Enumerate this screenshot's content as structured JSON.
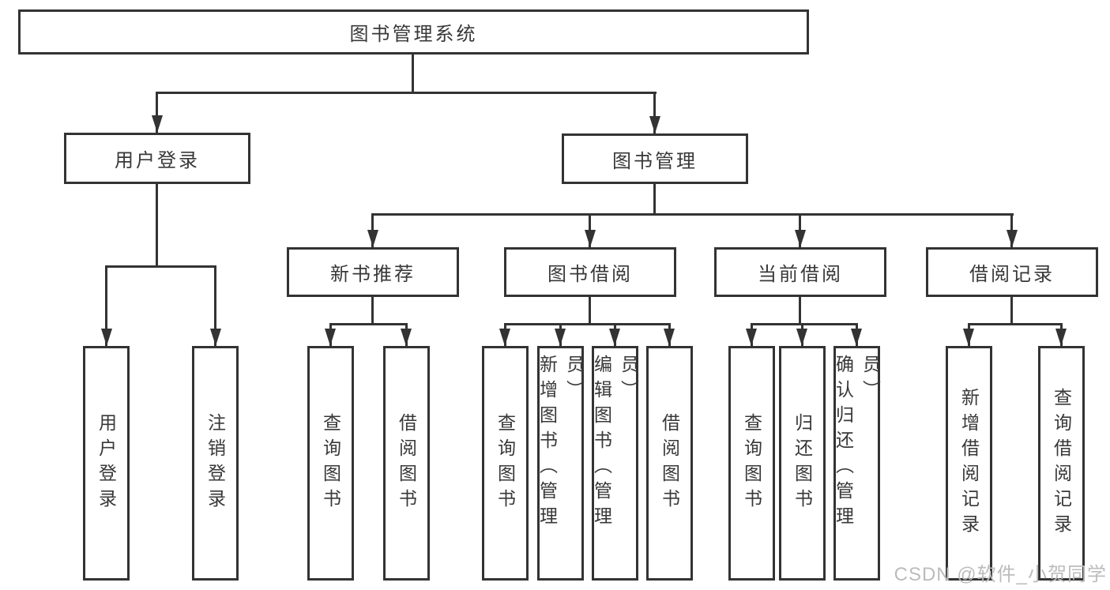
{
  "nodes": {
    "root": "图书管理系统",
    "user_login": "用户登录",
    "book_mgmt": "图书管理",
    "new_book_rec": "新书推荐",
    "book_borrow": "图书借阅",
    "current_borrow": "当前借阅",
    "borrow_records": "借阅记录",
    "leaves": {
      "user_login": "用户登录",
      "logout": "注销登录",
      "rec_query_book": "查询图书",
      "rec_borrow_book": "借阅图书",
      "bb_query_book": "查询图书",
      "bb_add_book": "新增图书（管理员）",
      "bb_edit_book": "编辑图书（管理员）",
      "bb_borrow_book": "借阅图书",
      "cb_query_book": "查询图书",
      "cb_return_book": "归还图书",
      "cb_confirm_return": "确认归还（管理员）",
      "br_add_record": "新增借阅记录",
      "br_query_record": "查询借阅记录"
    }
  },
  "watermark": "CSDN @软件_小贺同学",
  "colors": {
    "line": "#333333",
    "text": "#383838",
    "watermark": "#bcbcbc",
    "background": "#ffffff"
  }
}
